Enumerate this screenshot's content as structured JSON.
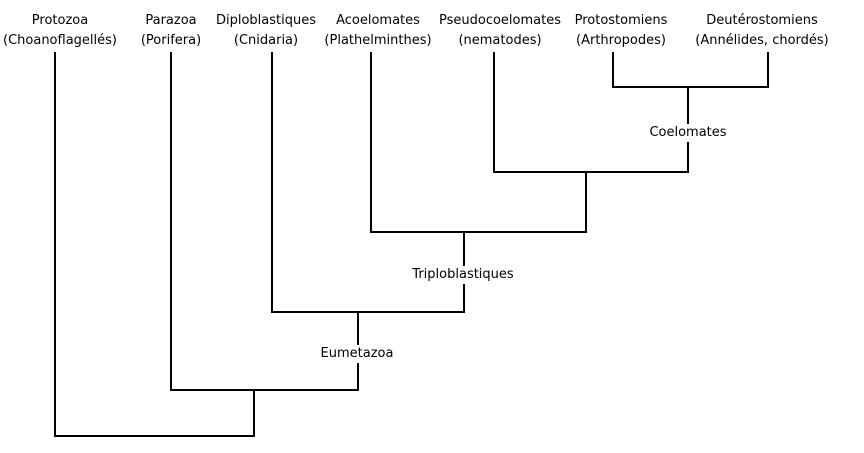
{
  "diagram": {
    "taxa": [
      {
        "name": "Protozoa",
        "sub": "(Choanoflagellés)"
      },
      {
        "name": "Parazoa",
        "sub": "(Porifera)"
      },
      {
        "name": "Diploblastiques",
        "sub": "(Cnidaria)"
      },
      {
        "name": "Acoelomates",
        "sub": "(Plathelminthes)"
      },
      {
        "name": "Pseudocoelomates",
        "sub": "(nematodes)"
      },
      {
        "name": "Protostomiens",
        "sub": "(Arthropodes)"
      },
      {
        "name": "Deutérostomiens",
        "sub": "(Annélides, chordés)"
      }
    ],
    "clades": {
      "coelomates": "Coelomates",
      "triploblastiques": "Triploblastiques",
      "eumetazoa": "Eumetazoa"
    },
    "line_color": "#000000"
  }
}
